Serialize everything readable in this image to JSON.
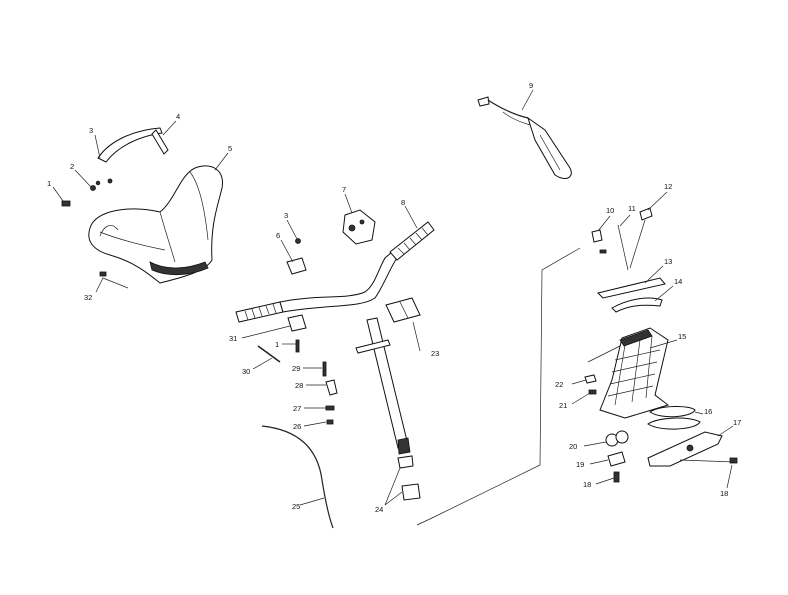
{
  "callouts": {
    "c1": "1",
    "c2": "2",
    "c3": "3",
    "c4": "4",
    "c5": "5",
    "c6": "6",
    "c7": "7",
    "c8": "8",
    "c9": "9",
    "c10": "10",
    "c11": "11",
    "c12": "12",
    "c13": "13",
    "c14": "14",
    "c15": "15",
    "c16": "16",
    "c17": "17",
    "c18a": "18",
    "c18b": "18",
    "c19": "19",
    "c20": "20",
    "c21": "21",
    "c22": "22",
    "c23": "23",
    "c24": "24",
    "c25": "25",
    "c26": "26",
    "c27": "27",
    "c28": "28",
    "c29": "29",
    "c30": "30",
    "c31": "31",
    "c32": "32",
    "c3b": "3",
    "c1b": "1"
  }
}
